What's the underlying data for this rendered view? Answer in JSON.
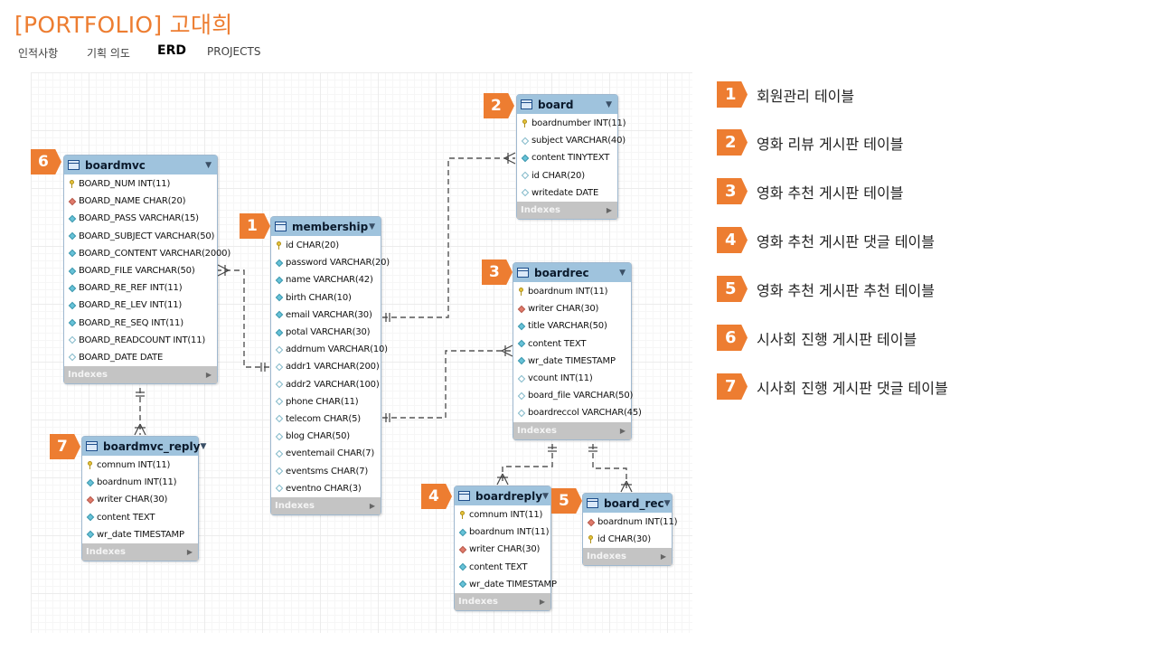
{
  "header": {
    "title": "[PORTFOLIO] 고대희",
    "tabs": [
      {
        "label": "인적사항",
        "active": false
      },
      {
        "label": "기획 의도",
        "active": false
      },
      {
        "label": "ERD",
        "active": true
      },
      {
        "label": "PROJECTS",
        "active": false
      }
    ]
  },
  "colors": {
    "accent": "#ed7d31",
    "table_header": "#9fc3dd",
    "footer": "#c4c4c4"
  },
  "tables": {
    "board": {
      "badge": "2",
      "name": "board",
      "columns": [
        {
          "text": "boardnumber INT(11)",
          "icon": "key-icon"
        },
        {
          "text": "subject VARCHAR(40)",
          "icon": "optional-column-icon"
        },
        {
          "text": "content TINYTEXT",
          "icon": "nonnull-column-icon"
        },
        {
          "text": "id CHAR(20)",
          "icon": "optional-column-icon"
        },
        {
          "text": "writedate DATE",
          "icon": "optional-column-icon"
        }
      ],
      "footer": "Indexes"
    },
    "boardmvc": {
      "badge": "6",
      "name": "boardmvc",
      "columns": [
        {
          "text": "BOARD_NUM INT(11)",
          "icon": "key-icon"
        },
        {
          "text": "BOARD_NAME CHAR(20)",
          "icon": "foreign-key-icon"
        },
        {
          "text": "BOARD_PASS VARCHAR(15)",
          "icon": "nonnull-column-icon"
        },
        {
          "text": "BOARD_SUBJECT VARCHAR(50)",
          "icon": "nonnull-column-icon"
        },
        {
          "text": "BOARD_CONTENT VARCHAR(2000)",
          "icon": "nonnull-column-icon"
        },
        {
          "text": "BOARD_FILE VARCHAR(50)",
          "icon": "nonnull-column-icon"
        },
        {
          "text": "BOARD_RE_REF INT(11)",
          "icon": "nonnull-column-icon"
        },
        {
          "text": "BOARD_RE_LEV INT(11)",
          "icon": "nonnull-column-icon"
        },
        {
          "text": "BOARD_RE_SEQ INT(11)",
          "icon": "nonnull-column-icon"
        },
        {
          "text": "BOARD_READCOUNT INT(11)",
          "icon": "optional-column-icon"
        },
        {
          "text": "BOARD_DATE DATE",
          "icon": "optional-column-icon"
        }
      ],
      "footer": "Indexes"
    },
    "membership": {
      "badge": "1",
      "name": "membership",
      "columns": [
        {
          "text": "id CHAR(20)",
          "icon": "key-icon"
        },
        {
          "text": "password VARCHAR(20)",
          "icon": "nonnull-column-icon"
        },
        {
          "text": "name VARCHAR(42)",
          "icon": "nonnull-column-icon"
        },
        {
          "text": "birth CHAR(10)",
          "icon": "nonnull-column-icon"
        },
        {
          "text": "email VARCHAR(30)",
          "icon": "nonnull-column-icon"
        },
        {
          "text": "potal VARCHAR(30)",
          "icon": "nonnull-column-icon"
        },
        {
          "text": "addrnum VARCHAR(10)",
          "icon": "optional-column-icon"
        },
        {
          "text": "addr1 VARCHAR(200)",
          "icon": "optional-column-icon"
        },
        {
          "text": "addr2 VARCHAR(100)",
          "icon": "optional-column-icon"
        },
        {
          "text": "phone CHAR(11)",
          "icon": "optional-column-icon"
        },
        {
          "text": "telecom CHAR(5)",
          "icon": "optional-column-icon"
        },
        {
          "text": "blog CHAR(50)",
          "icon": "optional-column-icon"
        },
        {
          "text": "eventemail CHAR(7)",
          "icon": "optional-column-icon"
        },
        {
          "text": "eventsms CHAR(7)",
          "icon": "optional-column-icon"
        },
        {
          "text": "eventno CHAR(3)",
          "icon": "optional-column-icon"
        }
      ],
      "footer": "Indexes"
    },
    "boardrec": {
      "badge": "3",
      "name": "boardrec",
      "columns": [
        {
          "text": "boardnum INT(11)",
          "icon": "key-icon"
        },
        {
          "text": "writer CHAR(30)",
          "icon": "foreign-key-icon"
        },
        {
          "text": "title VARCHAR(50)",
          "icon": "nonnull-column-icon"
        },
        {
          "text": "content TEXT",
          "icon": "nonnull-column-icon"
        },
        {
          "text": "wr_date TIMESTAMP",
          "icon": "nonnull-column-icon"
        },
        {
          "text": "vcount INT(11)",
          "icon": "optional-column-icon"
        },
        {
          "text": "board_file VARCHAR(50)",
          "icon": "optional-column-icon"
        },
        {
          "text": "boardreccol VARCHAR(45)",
          "icon": "optional-column-icon"
        }
      ],
      "footer": "Indexes"
    },
    "boardmvc_reply": {
      "badge": "7",
      "name": "boardmvc_reply",
      "columns": [
        {
          "text": "comnum INT(11)",
          "icon": "key-icon"
        },
        {
          "text": "boardnum INT(11)",
          "icon": "nonnull-column-icon"
        },
        {
          "text": "writer CHAR(30)",
          "icon": "foreign-key-icon"
        },
        {
          "text": "content TEXT",
          "icon": "nonnull-column-icon"
        },
        {
          "text": "wr_date TIMESTAMP",
          "icon": "nonnull-column-icon"
        }
      ],
      "footer": "Indexes"
    },
    "boardreply": {
      "badge": "4",
      "name": "boardreply",
      "columns": [
        {
          "text": "comnum INT(11)",
          "icon": "key-icon"
        },
        {
          "text": "boardnum INT(11)",
          "icon": "nonnull-column-icon"
        },
        {
          "text": "writer CHAR(30)",
          "icon": "foreign-key-icon"
        },
        {
          "text": "content TEXT",
          "icon": "nonnull-column-icon"
        },
        {
          "text": "wr_date TIMESTAMP",
          "icon": "nonnull-column-icon"
        }
      ],
      "footer": "Indexes"
    },
    "board_rec": {
      "badge": "5",
      "name": "board_rec",
      "columns": [
        {
          "text": "boardnum INT(11)",
          "icon": "foreign-key-icon"
        },
        {
          "text": "id CHAR(30)",
          "icon": "key-icon"
        }
      ],
      "footer": "Indexes"
    }
  },
  "legend": [
    {
      "num": "1",
      "text": "회원관리 테이블"
    },
    {
      "num": "2",
      "text": "영화 리뷰 게시판 테이블"
    },
    {
      "num": "3",
      "text": "영화 추천 게시판 테이블"
    },
    {
      "num": "4",
      "text": "영화 추천 게시판 댓글 테이블"
    },
    {
      "num": "5",
      "text": "영화 추천 게시판 추천 테이블"
    },
    {
      "num": "6",
      "text": "시사회 진행 게시판 테이블"
    },
    {
      "num": "7",
      "text": "시사회 진행 게시판 댓글 테이블"
    }
  ]
}
